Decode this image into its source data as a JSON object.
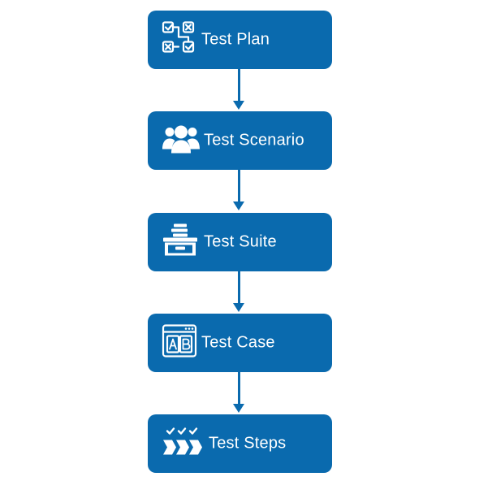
{
  "accent_color": "#0a6aae",
  "steps": [
    {
      "label": "Test Plan",
      "icon": "checklist-grid-icon"
    },
    {
      "label": "Test Scenario",
      "icon": "users-group-icon"
    },
    {
      "label": "Test Suite",
      "icon": "file-drawer-icon"
    },
    {
      "label": "Test Case",
      "icon": "browser-ab-icon"
    },
    {
      "label": "Test Steps",
      "icon": "check-chevrons-icon"
    }
  ]
}
